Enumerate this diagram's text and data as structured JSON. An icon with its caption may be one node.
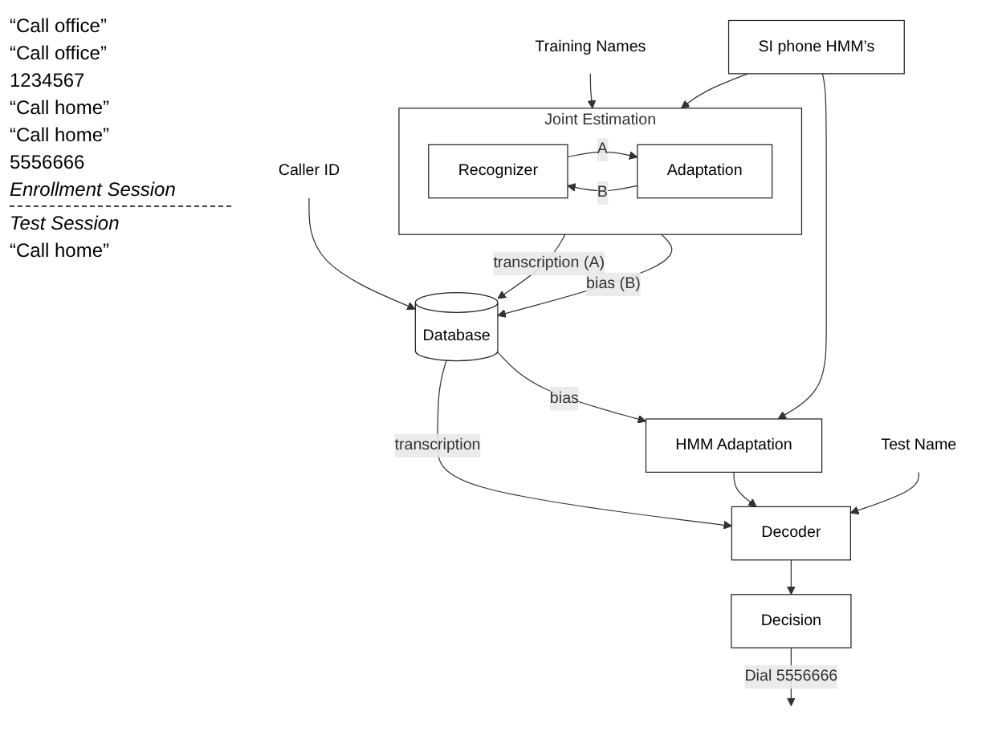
{
  "diagram": {
    "nodes": [
      {
        "text": [
          "Joint Estimation"
        ]
      },
      {
        "text": [
          "Recognizer"
        ],
        "in": 0
      },
      {
        "text": [
          "Adaptation"
        ],
        "in": 0
      },
      {
        "text": [
          "Database"
        ]
      },
      {
        "text": [
          "SI phone HMM’s"
        ]
      },
      {
        "text": [
          "HMM Adaptation"
        ]
      },
      {
        "text": [
          "Decoder"
        ]
      },
      {
        "text": [
          "Decision"
        ]
      },
      {
        "text": [
          "Training Names"
        ]
      },
      {
        "text": [
          "Caller ID"
        ]
      },
      {
        "text": [
          "Test Name"
        ]
      }
    ],
    "edges": [
      {
        "from": 8,
        "to": 0,
        "arrow": "to"
      },
      {
        "from": 1,
        "to": 2,
        "label": "A",
        "arrow": "to"
      },
      {
        "from": 2,
        "to": 1,
        "label": "B",
        "arrow": "to"
      },
      {
        "from": 0,
        "to": 3,
        "label": "transcription (A)",
        "arrow": "to"
      },
      {
        "from": 0,
        "to": 3,
        "label": "bias (B)",
        "arrow": "to"
      },
      {
        "from": 4,
        "to": 0,
        "arrow": "to"
      },
      {
        "from": 9,
        "to": 3,
        "arrow": "to"
      },
      {
        "from": 3,
        "to": 5,
        "label": "bias",
        "arrow": "to"
      },
      {
        "from": 4,
        "to": 5,
        "arrow": "to"
      },
      {
        "from": 3,
        "to": 6,
        "label": "transcription",
        "arrow": "to"
      },
      {
        "from": 5,
        "to": 6,
        "arrow": "to"
      },
      {
        "from": 10,
        "to": 6,
        "arrow": "to"
      },
      {
        "from": 6,
        "to": 7,
        "arrow": "to"
      },
      {
        "from": 7,
        "to": null,
        "label": "Dial 5556666",
        "arrow": "to"
      }
    ],
    "labels": [
      "“Call office”",
      "“Call office”",
      "1234567",
      "“Call home”",
      "“Call home”",
      "5556666",
      "Enrollment Session",
      "Test Session",
      "“Call home”"
    ]
  }
}
